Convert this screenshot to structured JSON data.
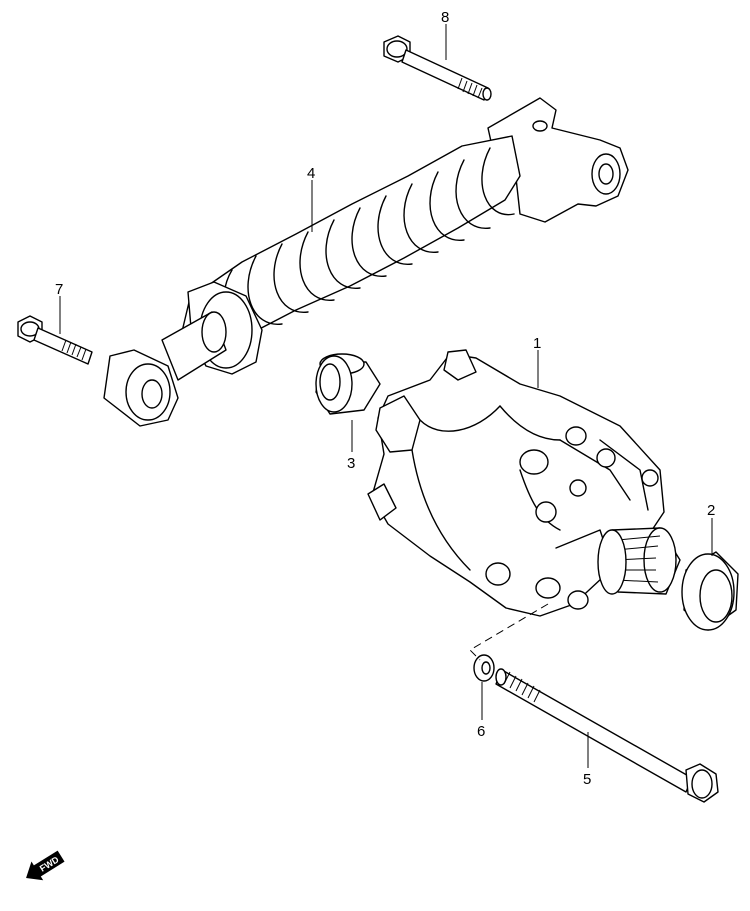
{
  "parts": [
    {
      "callout": "1",
      "name": "rear-cushion-lever-assembly"
    },
    {
      "callout": "2",
      "name": "oil-seal"
    },
    {
      "callout": "3",
      "name": "bushing"
    },
    {
      "callout": "4",
      "name": "rear-shock-absorber"
    },
    {
      "callout": "5",
      "name": "long-bolt"
    },
    {
      "callout": "6",
      "name": "washer"
    },
    {
      "callout": "7",
      "name": "lower-bolt"
    },
    {
      "callout": "8",
      "name": "upper-bolt"
    }
  ],
  "direction_indicator": {
    "label": "FWD",
    "icon": "forward-arrow-icon"
  }
}
